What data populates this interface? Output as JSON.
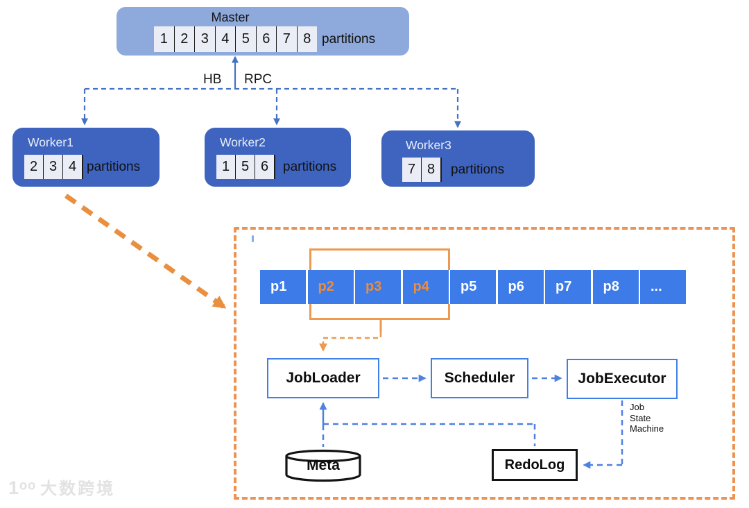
{
  "master": {
    "title": "Master",
    "cells": [
      "1",
      "2",
      "3",
      "4",
      "5",
      "6",
      "7",
      "8"
    ],
    "partitions_label": "partitions"
  },
  "edges": {
    "hb_label": "HB",
    "rpc_label": "RPC"
  },
  "workers": [
    {
      "title": "Worker1",
      "cells": [
        "2",
        "3",
        "4"
      ],
      "partitions_label": "partitions"
    },
    {
      "title": "Worker2",
      "cells": [
        "1",
        "5",
        "6"
      ],
      "partitions_label": "partitions"
    },
    {
      "title": "Worker3",
      "cells": [
        "7",
        "8"
      ],
      "partitions_label": "partitions"
    }
  ],
  "detail": {
    "partition_bar_cells": [
      "p1",
      "p2",
      "p3",
      "p4",
      "p5",
      "p6",
      "p7",
      "p8",
      "..."
    ],
    "highlighted_cells": [
      "p2",
      "p3",
      "p4"
    ],
    "job_loader_label": "JobLoader",
    "scheduler_label": "Scheduler",
    "job_executor_label": "JobExecutor",
    "meta_label": "Meta",
    "redo_log_label": "RedoLog",
    "job_state_machine_lines": [
      "Job",
      "State",
      "Machine"
    ]
  },
  "watermark": {
    "logo": "1ᵒᵒ",
    "text": "大数跨境"
  },
  "colors": {
    "master_fill": "#8EA9DB",
    "worker_fill": "#3F64BF",
    "bar_fill": "#3C7BE8",
    "bar_highlight_text": "#ED8C3B",
    "orange": "#ED9A50",
    "blue_line": "#4472C4",
    "light_blue_line": "#4F81E0",
    "box_border_blue": "#3F80E8",
    "dark_outline": "#141414"
  }
}
